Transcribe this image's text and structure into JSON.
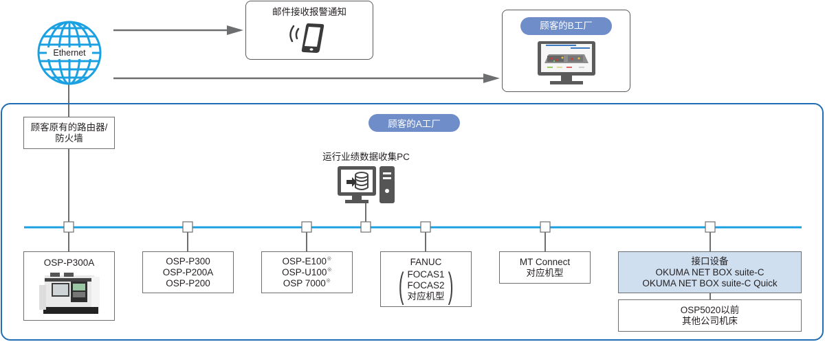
{
  "colors": {
    "ethernet_blue": "#1ba1e2",
    "factory_border": "#1f6db3",
    "pill_bg": "#6f8ec9",
    "connector_gray": "#6d6e70",
    "interface_box_bg": "#cfdff0"
  },
  "internet": {
    "globe_icon": "globe-icon",
    "label": "Ethernet"
  },
  "email_alert": {
    "title": "邮件接收报警通知",
    "icon": "smartphone-signal-icon"
  },
  "factory_b": {
    "label": "顾客的B工厂",
    "icon": "monitor-dashboard-icon"
  },
  "factory_a": {
    "label": "顾客的A工厂",
    "router": {
      "line1": "顾客原有的路由器/",
      "line2": "防火墙"
    },
    "collector_pc": {
      "label": "运行业绩数据收集PC",
      "icon": "database-pc-icon"
    },
    "machines": [
      {
        "lines": [
          "OSP-P300A"
        ],
        "image": "machine-tool-image"
      },
      {
        "lines": [
          "OSP-P300",
          "OSP-P200A",
          "OSP-P200"
        ]
      },
      {
        "lines": [
          "OSP-E100",
          "OSP-U100",
          "OSP 7000"
        ],
        "note_mark": "※"
      },
      {
        "lines": [
          "FANUC",
          "FOCAS1",
          "FOCAS2",
          "对应机型"
        ]
      },
      {
        "lines": [
          "MT Connect",
          "对应机型"
        ]
      },
      {
        "lines": [
          "接口设备",
          "OKUMA NET BOX suite-C",
          "OKUMA NET BOX suite-C Quick"
        ]
      }
    ],
    "legacy": {
      "line1": "OSP5020以前",
      "line2": "其他公司机床"
    }
  }
}
